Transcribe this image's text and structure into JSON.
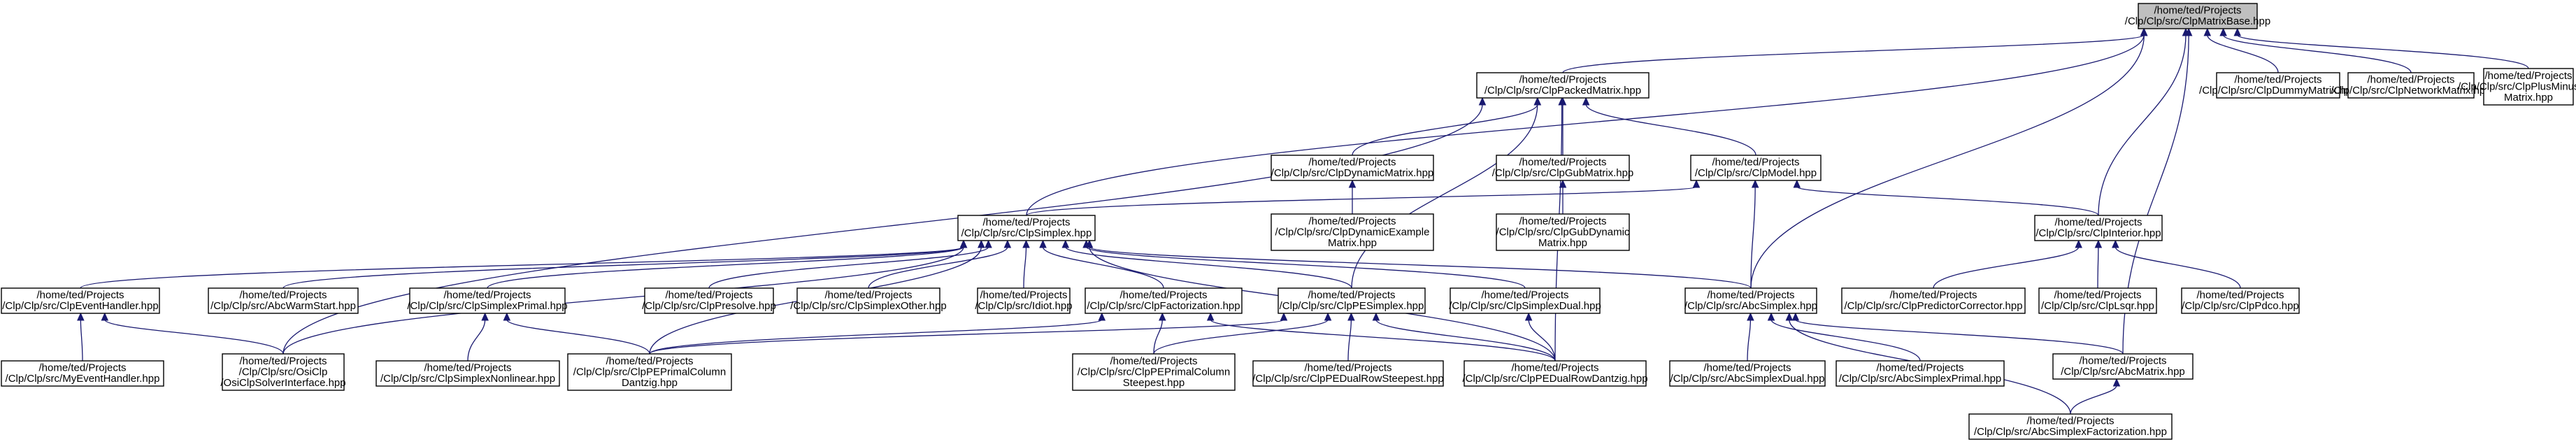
{
  "graph": {
    "root": "ClpMatrixBase",
    "nodes": [
      {
        "id": "ClpMatrixBase",
        "lines": [
          "/home/ted/Projects",
          "/Clp/Clp/src/ClpMatrixBase.hpp"
        ],
        "root": true
      },
      {
        "id": "ClpPackedMatrix",
        "lines": [
          "/home/ted/Projects",
          "/Clp/Clp/src/ClpPackedMatrix.hpp"
        ]
      },
      {
        "id": "ClpDummyMatrix",
        "lines": [
          "/home/ted/Projects",
          "/Clp/Clp/src/ClpDummyMatrix.hpp"
        ]
      },
      {
        "id": "ClpNetworkMatrix",
        "lines": [
          "/home/ted/Projects",
          "/Clp/Clp/src/ClpNetworkMatrix.hpp"
        ]
      },
      {
        "id": "ClpPlusMinusOneMatrix",
        "lines": [
          "/home/ted/Projects",
          "/Clp/Clp/src/ClpPlusMinusOne",
          "Matrix.hpp"
        ]
      },
      {
        "id": "ClpDynamicMatrix",
        "lines": [
          "/home/ted/Projects",
          "/Clp/Clp/src/ClpDynamicMatrix.hpp"
        ]
      },
      {
        "id": "ClpGubMatrix",
        "lines": [
          "/home/ted/Projects",
          "/Clp/Clp/src/ClpGubMatrix.hpp"
        ]
      },
      {
        "id": "ClpModel",
        "lines": [
          "/home/ted/Projects",
          "/Clp/Clp/src/ClpModel.hpp"
        ]
      },
      {
        "id": "ClpDynamicExampleMatrix",
        "lines": [
          "/home/ted/Projects",
          "/Clp/Clp/src/ClpDynamicExample",
          "Matrix.hpp"
        ]
      },
      {
        "id": "ClpGubDynamicMatrix",
        "lines": [
          "/home/ted/Projects",
          "/Clp/Clp/src/ClpGubDynamic",
          "Matrix.hpp"
        ]
      },
      {
        "id": "ClpSimplex",
        "lines": [
          "/home/ted/Projects",
          "/Clp/Clp/src/ClpSimplex.hpp"
        ]
      },
      {
        "id": "ClpInterior",
        "lines": [
          "/home/ted/Projects",
          "/Clp/Clp/src/ClpInterior.hpp"
        ]
      },
      {
        "id": "ClpEventHandler",
        "lines": [
          "/home/ted/Projects",
          "/Clp/Clp/src/ClpEventHandler.hpp"
        ]
      },
      {
        "id": "AbcWarmStart",
        "lines": [
          "/home/ted/Projects",
          "/Clp/Clp/src/AbcWarmStart.hpp"
        ]
      },
      {
        "id": "ClpSimplexPrimal",
        "lines": [
          "/home/ted/Projects",
          "/Clp/Clp/src/ClpSimplexPrimal.hpp"
        ]
      },
      {
        "id": "ClpPresolve",
        "lines": [
          "/home/ted/Projects",
          "/Clp/Clp/src/ClpPresolve.hpp"
        ]
      },
      {
        "id": "ClpSimplexOther",
        "lines": [
          "/home/ted/Projects",
          "/Clp/Clp/src/ClpSimplexOther.hpp"
        ]
      },
      {
        "id": "Idiot",
        "lines": [
          "/home/ted/Projects",
          "/Clp/Clp/src/Idiot.hpp"
        ]
      },
      {
        "id": "ClpFactorization",
        "lines": [
          "/home/ted/Projects",
          "/Clp/Clp/src/ClpFactorization.hpp"
        ]
      },
      {
        "id": "ClpPESimplex",
        "lines": [
          "/home/ted/Projects",
          "/Clp/Clp/src/ClpPESimplex.hpp"
        ]
      },
      {
        "id": "ClpSimplexDual",
        "lines": [
          "/home/ted/Projects",
          "/Clp/Clp/src/ClpSimplexDual.hpp"
        ]
      },
      {
        "id": "AbcSimplex",
        "lines": [
          "/home/ted/Projects",
          "/Clp/Clp/src/AbcSimplex.hpp"
        ]
      },
      {
        "id": "ClpPredictorCorrector",
        "lines": [
          "/home/ted/Projects",
          "/Clp/Clp/src/ClpPredictorCorrector.hpp"
        ]
      },
      {
        "id": "ClpLsqr",
        "lines": [
          "/home/ted/Projects",
          "/Clp/Clp/src/ClpLsqr.hpp"
        ]
      },
      {
        "id": "ClpPdco",
        "lines": [
          "/home/ted/Projects",
          "/Clp/Clp/src/ClpPdco.hpp"
        ]
      },
      {
        "id": "MyEventHandler",
        "lines": [
          "/home/ted/Projects",
          "/Clp/Clp/src/MyEventHandler.hpp"
        ]
      },
      {
        "id": "OsiClpSolverInterface",
        "lines": [
          "/home/ted/Projects",
          "/Clp/Clp/src/OsiClp",
          "/OsiClpSolverInterface.hpp"
        ]
      },
      {
        "id": "ClpSimplexNonlinear",
        "lines": [
          "/home/ted/Projects",
          "/Clp/Clp/src/ClpSimplexNonlinear.hpp"
        ]
      },
      {
        "id": "ClpPEPrimalColumnDantzig",
        "lines": [
          "/home/ted/Projects",
          "/Clp/Clp/src/ClpPEPrimalColumn",
          "Dantzig.hpp"
        ]
      },
      {
        "id": "ClpPEPrimalColumnSteepest",
        "lines": [
          "/home/ted/Projects",
          "/Clp/Clp/src/ClpPEPrimalColumn",
          "Steepest.hpp"
        ]
      },
      {
        "id": "ClpPEDualRowSteepest",
        "lines": [
          "/home/ted/Projects",
          "/Clp/Clp/src/ClpPEDualRowSteepest.hpp"
        ]
      },
      {
        "id": "ClpPEDualRowDantzig",
        "lines": [
          "/home/ted/Projects",
          "/Clp/Clp/src/ClpPEDualRowDantzig.hpp"
        ]
      },
      {
        "id": "AbcMatrix",
        "lines": [
          "/home/ted/Projects",
          "/Clp/Clp/src/AbcMatrix.hpp"
        ]
      },
      {
        "id": "AbcSimplexDual",
        "lines": [
          "/home/ted/Projects",
          "/Clp/Clp/src/AbcSimplexDual.hpp"
        ]
      },
      {
        "id": "AbcSimplexPrimal",
        "lines": [
          "/home/ted/Projects",
          "/Clp/Clp/src/AbcSimplexPrimal.hpp"
        ]
      },
      {
        "id": "AbcSimplexFactorization",
        "lines": [
          "/home/ted/Projects",
          "/Clp/Clp/src/AbcSimplexFactorization.hpp"
        ]
      }
    ],
    "edges": [
      [
        "ClpMatrixBase",
        "ClpPackedMatrix"
      ],
      [
        "ClpMatrixBase",
        "ClpDummyMatrix"
      ],
      [
        "ClpMatrixBase",
        "ClpNetworkMatrix"
      ],
      [
        "ClpMatrixBase",
        "ClpPlusMinusOneMatrix"
      ],
      [
        "ClpMatrixBase",
        "ClpSimplex"
      ],
      [
        "ClpMatrixBase",
        "ClpInterior"
      ],
      [
        "ClpMatrixBase",
        "AbcSimplex"
      ],
      [
        "ClpMatrixBase",
        "AbcMatrix"
      ],
      [
        "ClpPackedMatrix",
        "ClpDynamicMatrix"
      ],
      [
        "ClpPackedMatrix",
        "ClpGubMatrix"
      ],
      [
        "ClpPackedMatrix",
        "ClpModel"
      ],
      [
        "ClpPackedMatrix",
        "OsiClpSolverInterface"
      ],
      [
        "ClpPackedMatrix",
        "ClpPESimplex"
      ],
      [
        "ClpPackedMatrix",
        "ClpPEDualRowDantzig"
      ],
      [
        "ClpDynamicMatrix",
        "ClpDynamicExampleMatrix"
      ],
      [
        "ClpGubMatrix",
        "ClpGubDynamicMatrix"
      ],
      [
        "ClpModel",
        "ClpSimplex"
      ],
      [
        "ClpModel",
        "ClpInterior"
      ],
      [
        "ClpModel",
        "AbcSimplex"
      ],
      [
        "ClpSimplex",
        "ClpEventHandler"
      ],
      [
        "ClpSimplex",
        "AbcWarmStart"
      ],
      [
        "ClpSimplex",
        "ClpSimplexPrimal"
      ],
      [
        "ClpSimplex",
        "ClpPresolve"
      ],
      [
        "ClpSimplex",
        "ClpSimplexOther"
      ],
      [
        "ClpSimplex",
        "Idiot"
      ],
      [
        "ClpSimplex",
        "ClpFactorization"
      ],
      [
        "ClpSimplex",
        "ClpPESimplex"
      ],
      [
        "ClpSimplex",
        "ClpSimplexDual"
      ],
      [
        "ClpSimplex",
        "AbcSimplex"
      ],
      [
        "ClpSimplex",
        "OsiClpSolverInterface"
      ],
      [
        "ClpSimplex",
        "ClpPEPrimalColumnDantzig"
      ],
      [
        "ClpSimplex",
        "ClpPEDualRowDantzig"
      ],
      [
        "ClpInterior",
        "ClpPredictorCorrector"
      ],
      [
        "ClpInterior",
        "ClpLsqr"
      ],
      [
        "ClpInterior",
        "ClpPdco"
      ],
      [
        "ClpEventHandler",
        "MyEventHandler"
      ],
      [
        "ClpEventHandler",
        "OsiClpSolverInterface"
      ],
      [
        "ClpSimplexPrimal",
        "ClpSimplexNonlinear"
      ],
      [
        "ClpSimplexPrimal",
        "ClpPEPrimalColumnDantzig"
      ],
      [
        "ClpFactorization",
        "ClpPEPrimalColumnDantzig"
      ],
      [
        "ClpFactorization",
        "ClpPEPrimalColumnSteepest"
      ],
      [
        "ClpFactorization",
        "ClpPEDualRowDantzig"
      ],
      [
        "ClpPESimplex",
        "ClpPEPrimalColumnDantzig"
      ],
      [
        "ClpPESimplex",
        "ClpPEPrimalColumnSteepest"
      ],
      [
        "ClpPESimplex",
        "ClpPEDualRowSteepest"
      ],
      [
        "ClpPESimplex",
        "ClpPEDualRowDantzig"
      ],
      [
        "ClpSimplexDual",
        "ClpPEDualRowDantzig"
      ],
      [
        "AbcSimplex",
        "AbcSimplexDual"
      ],
      [
        "AbcSimplex",
        "AbcSimplexPrimal"
      ],
      [
        "AbcSimplex",
        "AbcMatrix"
      ],
      [
        "AbcSimplex",
        "AbcSimplexFactorization"
      ],
      [
        "AbcMatrix",
        "AbcSimplexFactorization"
      ]
    ]
  }
}
